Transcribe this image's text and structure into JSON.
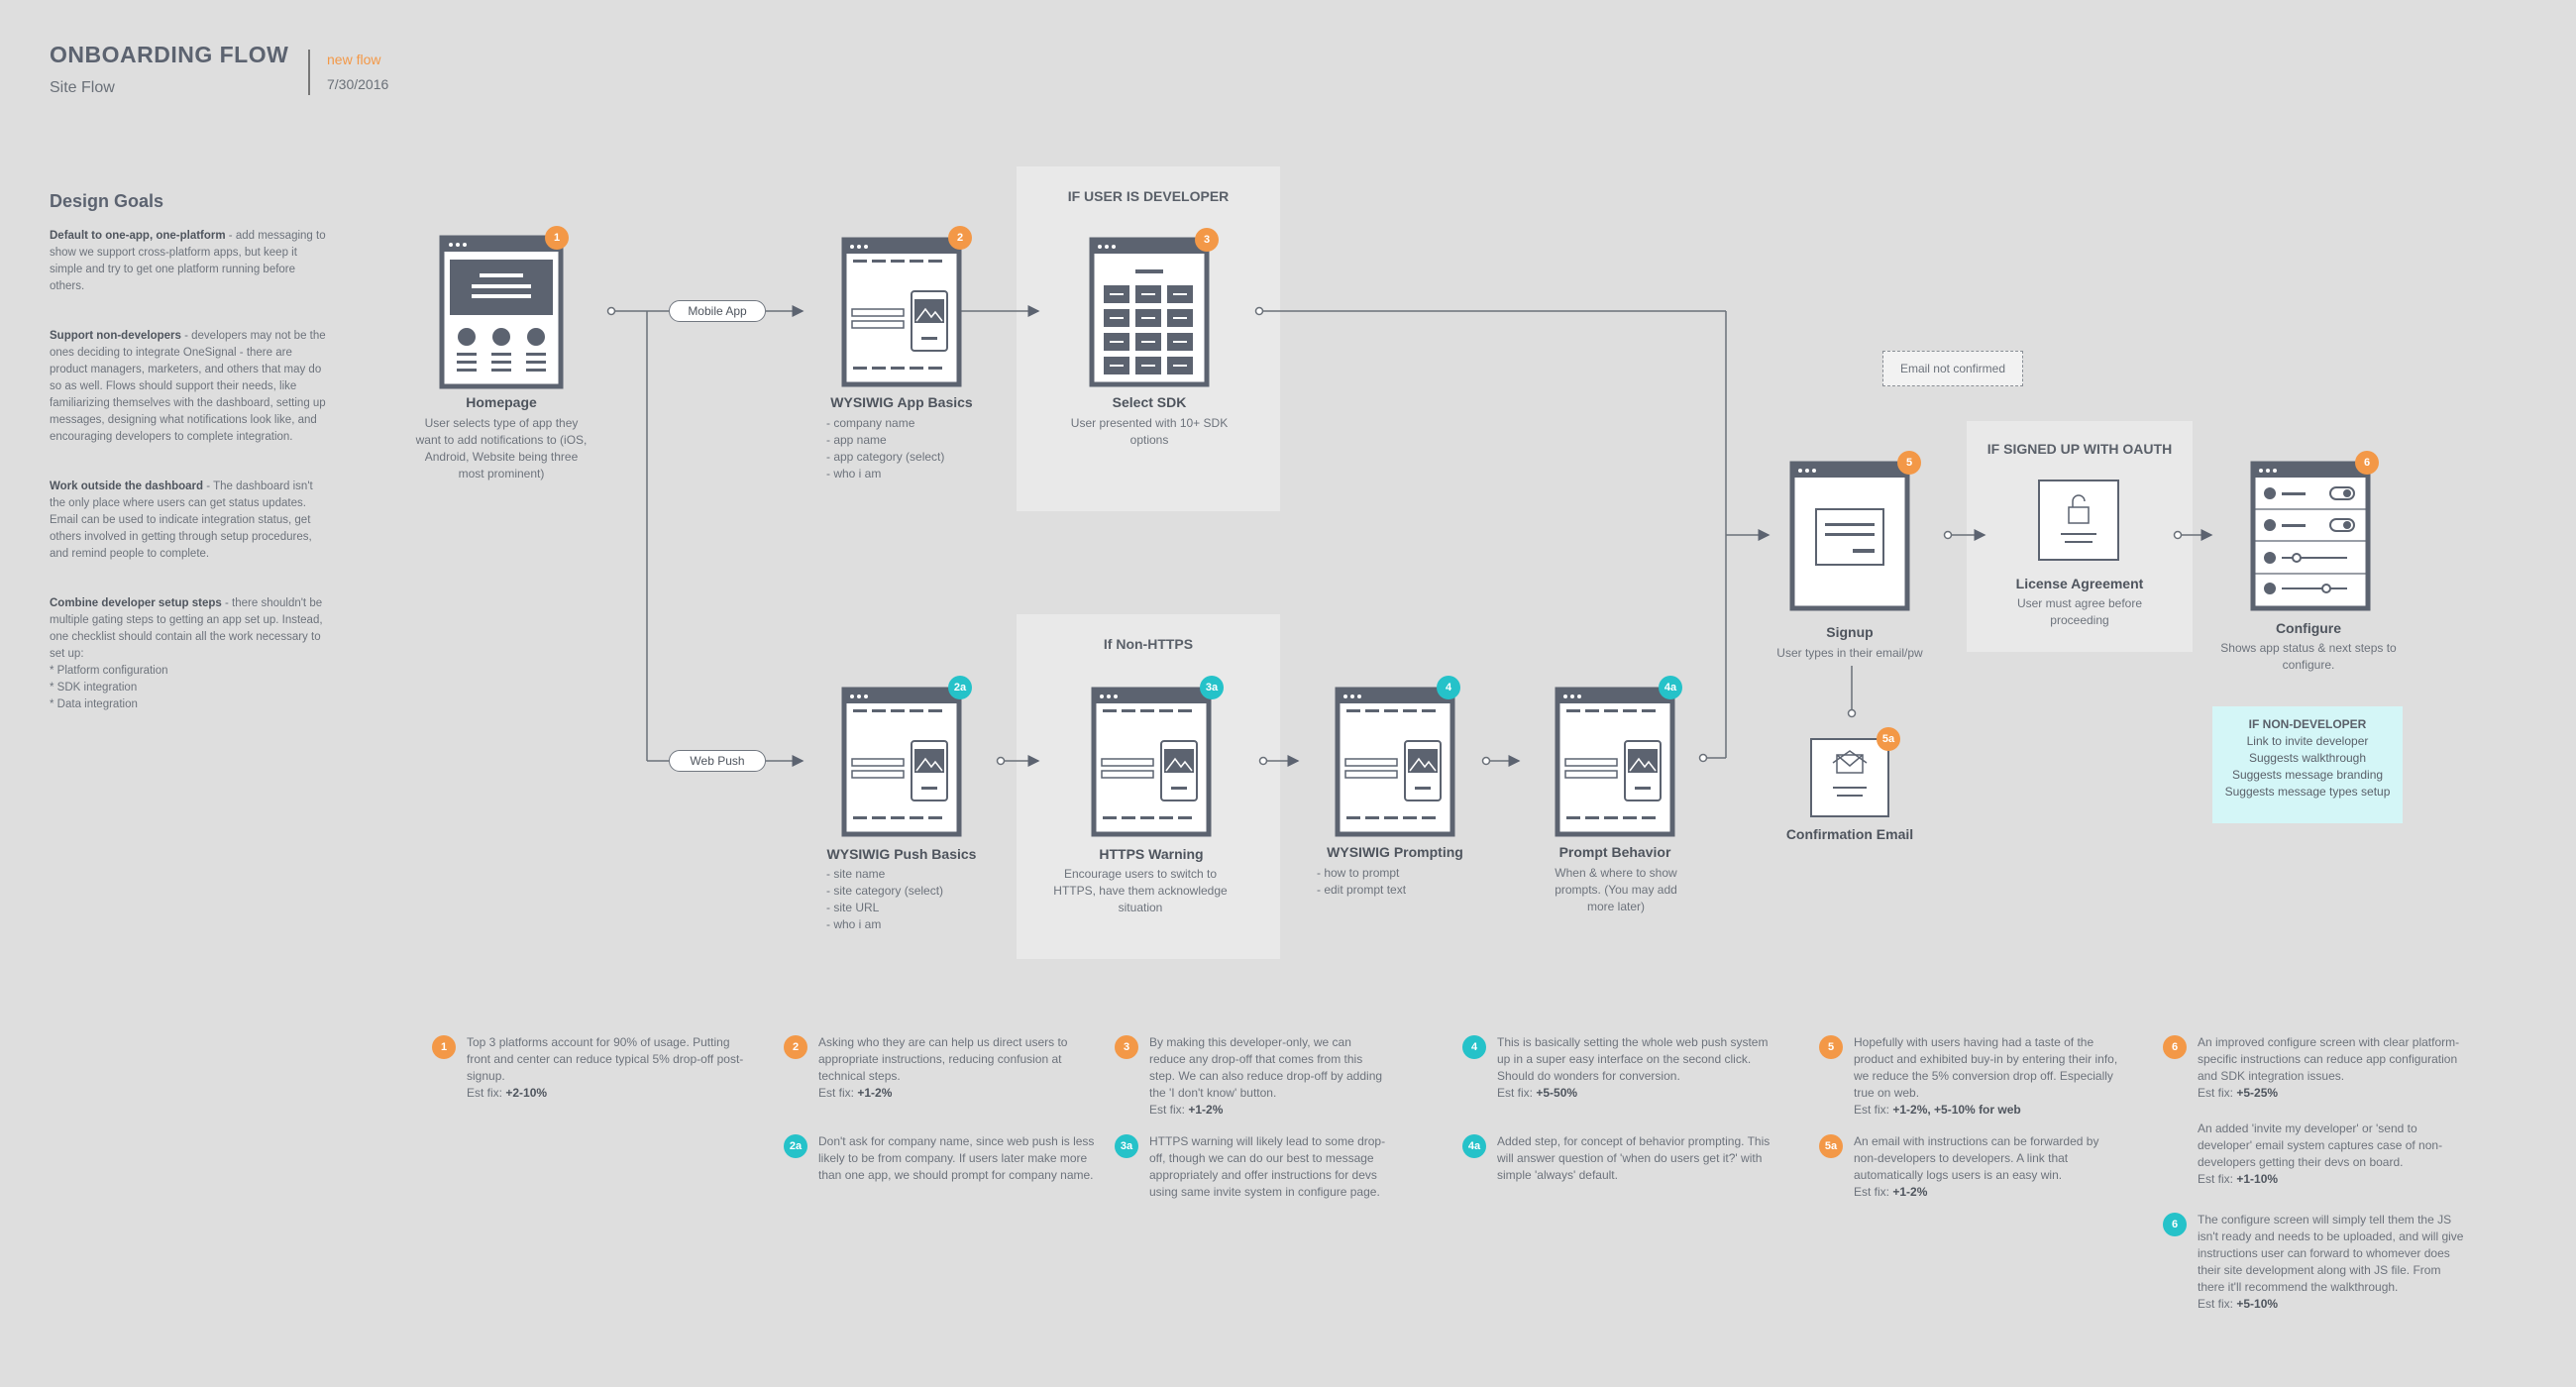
{
  "header": {
    "title": "ONBOARDING FLOW",
    "subtitle": "Site Flow",
    "tag": "new flow",
    "date": "7/30/2016"
  },
  "design_goals": {
    "title": "Design Goals",
    "items": [
      {
        "head": "Default to one-app, one-platform",
        "text": " - add messaging to show we support cross-platform apps, but keep it simple and try to get one platform running before others."
      },
      {
        "head": "Support non-developers",
        "text": " - developers may not be the ones deciding to integrate OneSignal - there are product managers, marketers, and others that may do so as well. Flows should support their needs, like familiarizing themselves with the dashboard, setting up messages, designing what notifications look like, and encouraging developers to complete integration."
      },
      {
        "head": "Work outside the dashboard",
        "text": " - The dashboard isn't the only place where users can get status updates. Email can be used to indicate integration status, get others involved in getting through setup procedures, and remind people to complete."
      },
      {
        "head": "Combine developer setup steps",
        "text": " - there shouldn't be multiple gating steps to getting an app set up. Instead, one checklist should contain all the work necessary to set up:\n* Platform configuration\n* SDK integration\n* Data integration"
      }
    ]
  },
  "panels": {
    "developer": "IF USER IS DEVELOPER",
    "non_https": "If Non-HTTPS",
    "oauth": "IF SIGNED UP WITH OAUTH"
  },
  "pills": {
    "mobile": "Mobile App",
    "web": "Web Push"
  },
  "email_not_confirmed": "Email not confirmed",
  "nodes": {
    "homepage": {
      "badge": "1",
      "title": "Homepage",
      "desc": "User selects type of app they want to add notifications to (iOS, Android, Website being three most prominent)"
    },
    "app_basics": {
      "badge": "2",
      "title": "WYSIWIG App Basics",
      "list": [
        "- company name",
        "- app name",
        "- app category (select)",
        "- who i am"
      ]
    },
    "select_sdk": {
      "badge": "3",
      "title": "Select SDK",
      "desc": "User presented with 10+ SDK options"
    },
    "push_basics": {
      "badge": "2a",
      "title": "WYSIWIG Push Basics",
      "list": [
        "- site name",
        "- site category (select)",
        "- site URL",
        "- who i am"
      ]
    },
    "https_warning": {
      "badge": "3a",
      "title": "HTTPS Warning",
      "desc": "Encourage users to switch to HTTPS, have them acknowledge situation"
    },
    "prompting": {
      "badge": "4",
      "title": "WYSIWIG Prompting",
      "list": [
        "- how to prompt",
        "- edit prompt text"
      ]
    },
    "prompt_behavior": {
      "badge": "4a",
      "title": "Prompt Behavior",
      "desc": "When & where to show prompts. (You may add more later)"
    },
    "signup": {
      "badge": "5",
      "title": "Signup",
      "desc": "User types in their email/pw"
    },
    "confirmation": {
      "badge": "5a",
      "title": "Confirmation Email"
    },
    "license": {
      "title": "License Agreement",
      "desc": "User must agree before proceeding"
    },
    "configure": {
      "badge": "6",
      "title": "Configure",
      "desc": "Shows app status & next steps to configure."
    }
  },
  "non_developer": {
    "title": "IF NON-DEVELOPER",
    "lines": [
      "Link to invite developer",
      "Suggests walkthrough",
      "Suggests message branding",
      "Suggests message types setup"
    ]
  },
  "notes": [
    {
      "badge": "1",
      "color": "orange",
      "text": "Top 3 platforms account for 90% of usage. Putting front and center can reduce typical 5% drop-off post-signup.",
      "fix_label": "Est fix: ",
      "fix": "+2-10%"
    },
    {
      "badge": "2",
      "color": "orange",
      "text": "Asking who they are can help us direct users to appropriate instructions, reducing confusion at technical steps.",
      "fix_label": "Est fix: ",
      "fix": "+1-2%"
    },
    {
      "badge": "3",
      "color": "orange",
      "text": "By making this developer-only, we can reduce any drop-off that comes from this step. We can also reduce drop-off by adding the 'I don't know' button.",
      "fix_label": "Est fix: ",
      "fix": "+1-2%"
    },
    {
      "badge": "4",
      "color": "teal",
      "text": "This is basically setting the whole web push system up in a super easy interface on the second click. Should do wonders for conversion.",
      "fix_label": "Est fix: ",
      "fix": "+5-50%"
    },
    {
      "badge": "5",
      "color": "orange",
      "text": "Hopefully with users having had a taste of the product and exhibited buy-in by entering their info, we reduce the 5% conversion drop off. Especially true on web.",
      "fix_label": "Est fix: ",
      "fix": "+1-2%, +5-10% for web"
    },
    {
      "badge": "6",
      "color": "orange",
      "text": "An improved configure screen with clear platform-specific instructions can reduce app configuration and SDK integration issues.",
      "fix_label": "Est fix: ",
      "fix": "+5-25%"
    },
    {
      "badge": "2a",
      "color": "teal",
      "text": "Don't ask for company name, since web push is less likely to be from company. If users later make more than one app, we should prompt for company name.",
      "fix_label": "",
      "fix": ""
    },
    {
      "badge": "3a",
      "color": "teal",
      "text": "HTTPS warning will likely lead to some drop-off, though we can do our best to message appropriately and offer instructions for devs using same invite system in configure page.",
      "fix_label": "",
      "fix": ""
    },
    {
      "badge": "4a",
      "color": "teal",
      "text": "Added step, for concept of behavior prompting. This will answer question of 'when do users get it?' with simple 'always' default.",
      "fix_label": "",
      "fix": ""
    },
    {
      "badge": "5a",
      "color": "orange",
      "text": "An email with instructions can be forwarded by non-developers to developers. A link that automatically logs users is an easy win.",
      "fix_label": "Est fix: ",
      "fix": "+1-2%"
    },
    {
      "badge": "",
      "color": "",
      "text": "An added 'invite my developer' or 'send to developer' email system captures case of non-developers getting their devs on board.",
      "fix_label": "Est fix: ",
      "fix": "+1-10%"
    },
    {
      "badge": "6",
      "color": "teal",
      "text": "The configure screen will simply tell them the JS isn't ready and needs to be uploaded, and will give instructions user can forward to whomever does their site development along with JS file. From there it'll recommend the walkthrough.",
      "fix_label": "Est fix: ",
      "fix": "+5-10%"
    }
  ],
  "colors": {
    "orange": "#f39847",
    "teal": "#25c2c9",
    "frame": "#5c6370",
    "background": "#dedede"
  }
}
